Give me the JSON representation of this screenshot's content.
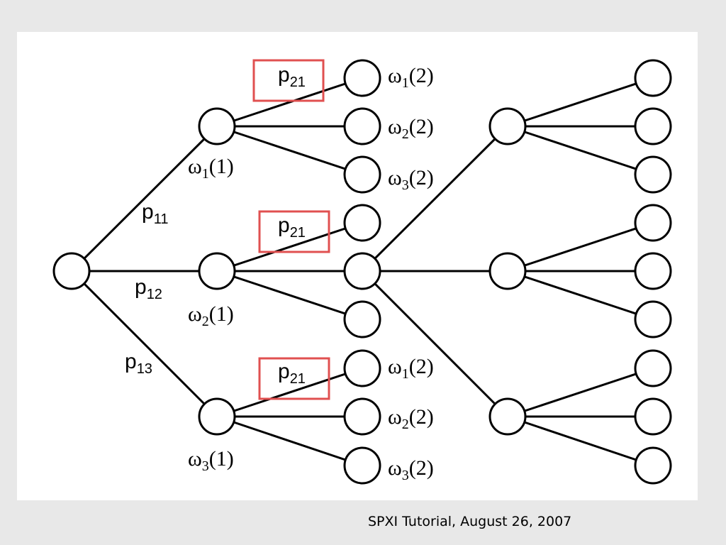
{
  "diagram": {
    "branch_labels": [
      {
        "id": "p11",
        "base": "p",
        "sub": "11"
      },
      {
        "id": "p12",
        "base": "p",
        "sub": "12"
      },
      {
        "id": "p13",
        "base": "p",
        "sub": "13"
      }
    ],
    "highlighted_labels": [
      {
        "id": "p21-top",
        "base": "p",
        "sub": "21"
      },
      {
        "id": "p21-middle",
        "base": "p",
        "sub": "21"
      },
      {
        "id": "p21-bottom",
        "base": "p",
        "sub": "21"
      }
    ],
    "stage1_labels": [
      {
        "id": "w1-1",
        "base": "ω",
        "sub": "1",
        "tail": "(1)"
      },
      {
        "id": "w2-1",
        "base": "ω",
        "sub": "2",
        "tail": "(1)"
      },
      {
        "id": "w3-1",
        "base": "ω",
        "sub": "3",
        "tail": "(1)"
      }
    ],
    "stage2_labels": [
      {
        "id": "w1-2-top",
        "base": "ω",
        "sub": "1",
        "tail": "(2)"
      },
      {
        "id": "w2-2-top",
        "base": "ω",
        "sub": "2",
        "tail": "(2)"
      },
      {
        "id": "w3-2-top",
        "base": "ω",
        "sub": "3",
        "tail": "(2)"
      },
      {
        "id": "w1-2-bottom",
        "base": "ω",
        "sub": "1",
        "tail": "(2)"
      },
      {
        "id": "w2-2-bottom",
        "base": "ω",
        "sub": "2",
        "tail": "(2)"
      },
      {
        "id": "w3-2-bottom",
        "base": "ω",
        "sub": "3",
        "tail": "(2)"
      }
    ],
    "highlight_color": "#e05050"
  },
  "footer": {
    "text": "SPXI Tutorial, August 26, 2007"
  }
}
